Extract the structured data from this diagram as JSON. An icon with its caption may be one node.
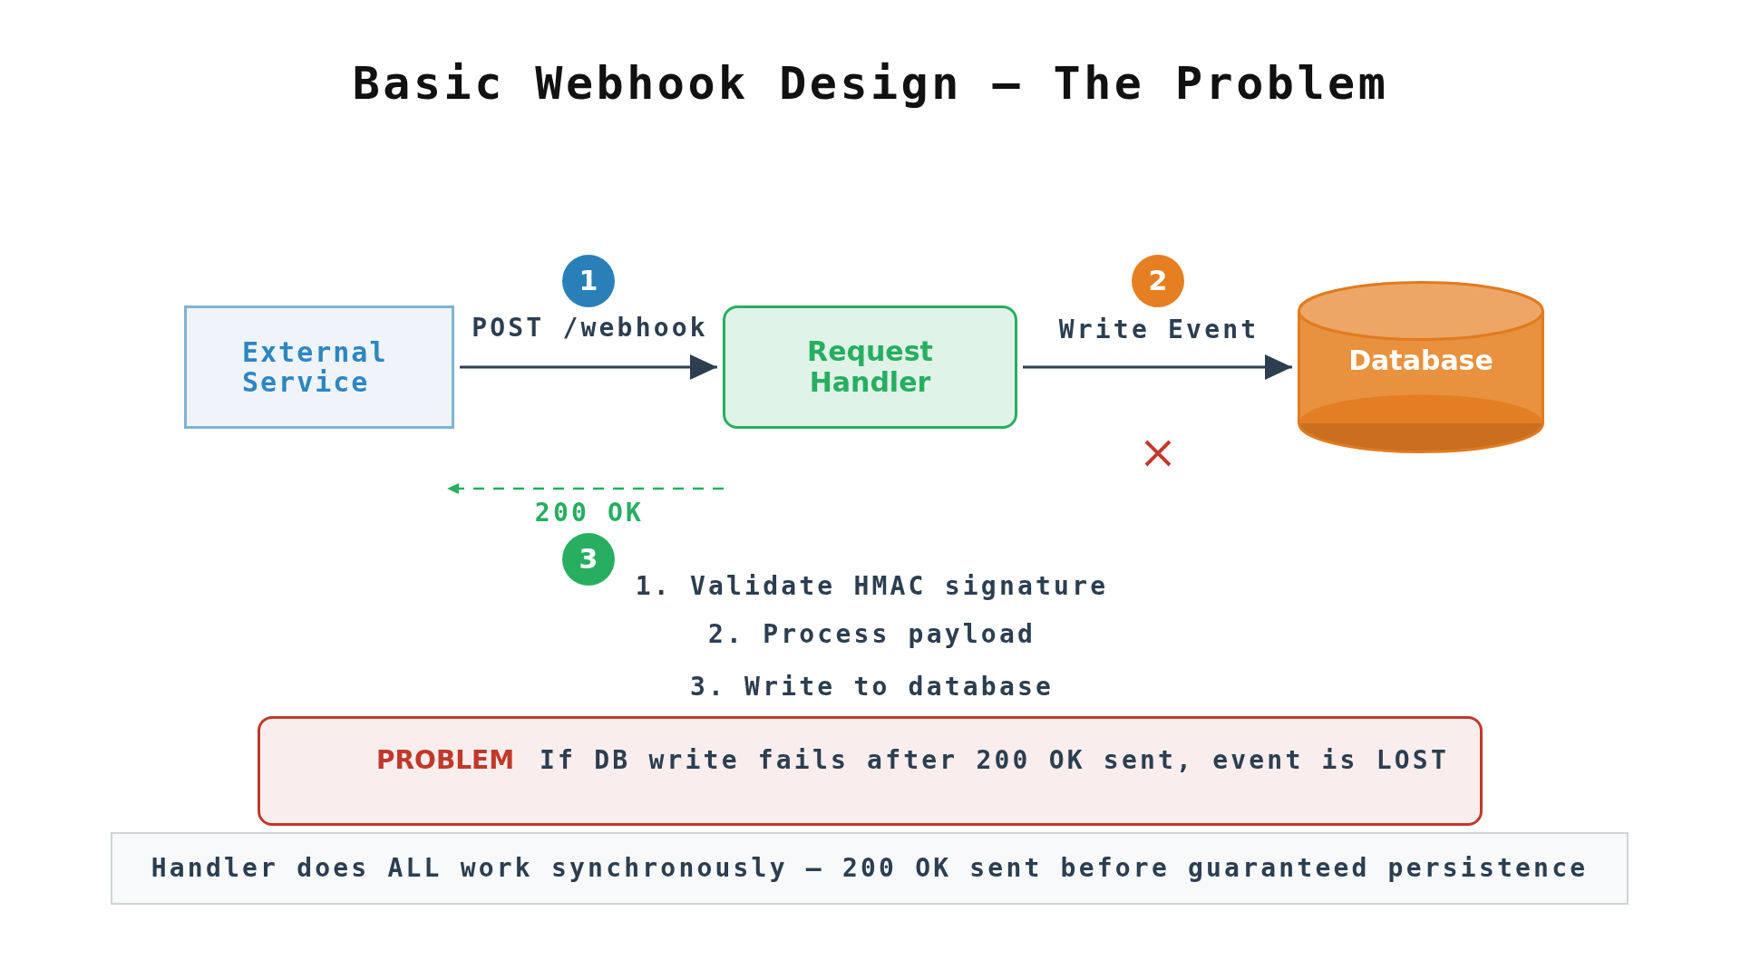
{
  "diagram": {
    "title": "Basic Webhook Design — The Problem",
    "nodes": [
      {
        "text": [
          "External Service"
        ]
      },
      {
        "text": [
          "1"
        ]
      },
      {
        "text": [
          "Request Handler"
        ]
      },
      {
        "text": [
          "2"
        ]
      },
      {
        "text": [
          "Database"
        ]
      },
      {
        "text": [
          "3"
        ]
      },
      {
        "text": [
          "PROBLEM",
          "If DB write fails after 200 OK sent, event is LOST"
        ]
      },
      {
        "text": [
          "Handler does ALL work synchronously — 200 OK sent before guaranteed persistence"
        ]
      }
    ],
    "edges": [
      {
        "from": 0,
        "to": 2,
        "arrow": "to",
        "label": "POST /webhook"
      },
      {
        "from": 2,
        "to": 4,
        "arrow": "to",
        "label": "Write Event"
      },
      {
        "from": 2,
        "to": 0,
        "arrow": "to",
        "label": "200 OK",
        "style": "dashed",
        "color": "#27ae60"
      }
    ],
    "labels": [
      "1. Validate HMAC signature",
      "2. Process payload",
      "3. Write to database"
    ]
  }
}
